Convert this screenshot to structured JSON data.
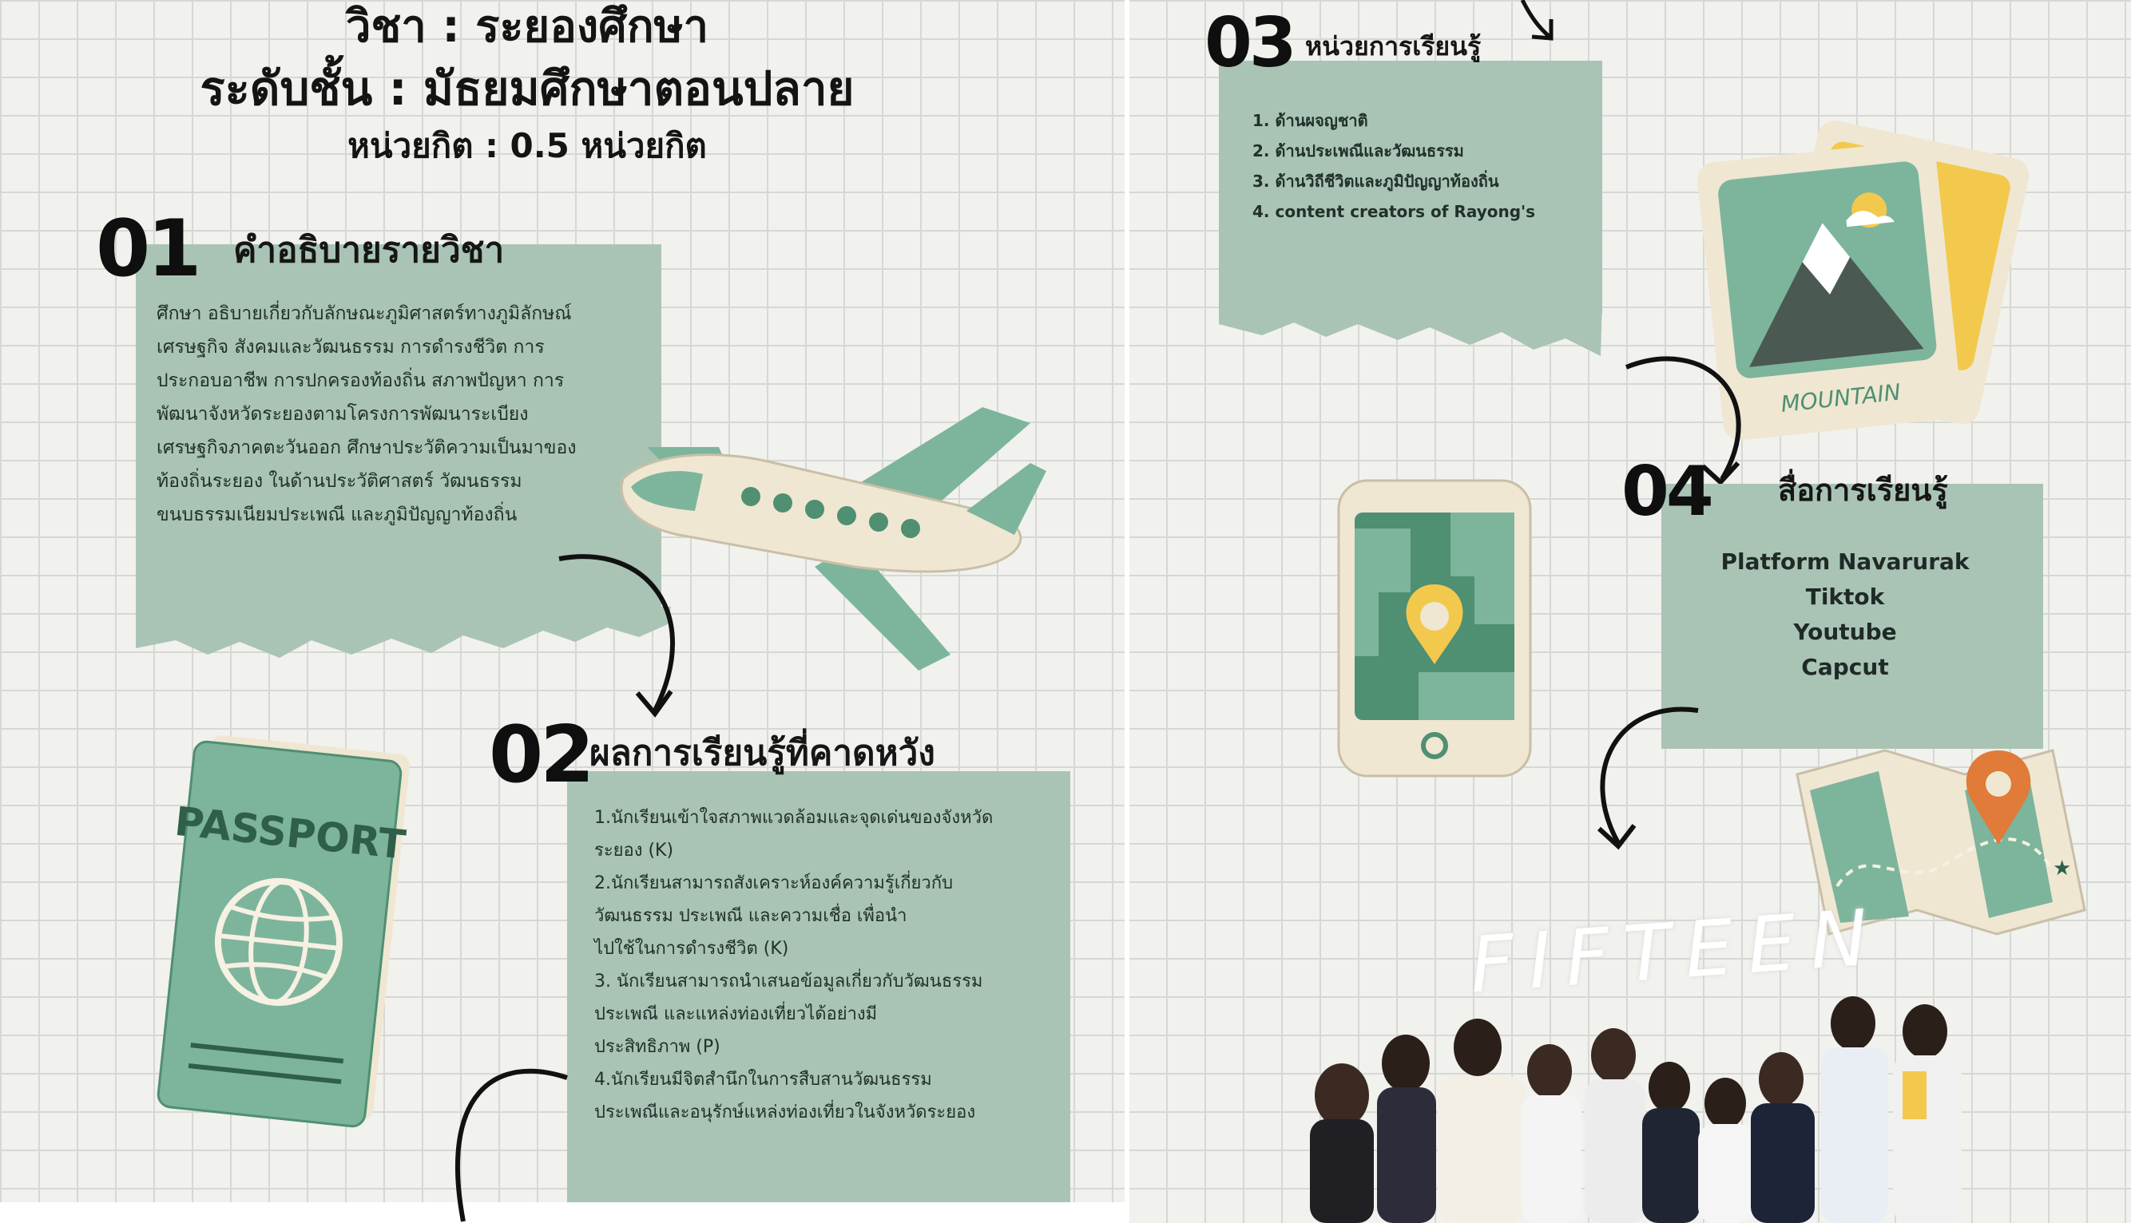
{
  "header": {
    "subject": "วิชา : ระยองศึกษา",
    "level": "ระดับชั้น : มัธยมศึกษาตอนปลาย",
    "credit": "หน่วยกิต  :  0.5 หน่วยกิต"
  },
  "sections": {
    "s1": {
      "number": "01",
      "title": "คำอธิบายรายวิชา",
      "lines": [
        "ศึกษา อธิบายเกี่ยวกับลักษณะภูมิศาสตร์ทางภูมิลักษณ์",
        "เศรษฐกิจ สังคมและวัฒนธรรม การดำรงชีวิต การ",
        "ประกอบอาชีพ การปกครองท้องถิ่น  สภาพปัญหา การ",
        "พัฒนาจังหวัดระยองตามโครงการพัฒนาระเบียง",
        "เศรษฐกิจภาคตะวันออก ศึกษาประวัติความเป็นมาของ",
        "ท้องถิ่นระยอง ในด้านประวัติศาสตร์ วัฒนธรรม",
        "ขนบธรรมเนียมประเพณี และภูมิปัญญาท้องถิ่น"
      ]
    },
    "s2": {
      "number": "02",
      "title": "ผลการเรียนรู้ที่คาดหวัง",
      "lines": [
        "1.นักเรียนเข้าใจสภาพแวดล้อมและจุดเด่นของจังหวัด",
        "ระยอง (K)",
        "2.นักเรียนสามารถสังเคราะห์องค์ความรู้เกี่ยวกับ",
        "วัฒนธรรม ประเพณี และความเชื่อ เพื่อนำ",
        "ไปใช้ในการดำรงชีวิต (K)",
        "3.    นักเรียนสามารถนำเสนอข้อมูลเกี่ยวกับวัฒนธรรม",
        "ประเพณี และแหล่งท่องเที่ยวได้อย่างมี",
        "ประสิทธิภาพ (P)",
        "4.นักเรียนมีจิตสำนึกในการสืบสานวัฒนธรรม",
        "ประเพณีและอนุรักษ์แหล่งท่องเที่ยวในจังหวัดระยอง"
      ]
    },
    "s3": {
      "number": "03",
      "title": "หน่วยการเรียนรู้",
      "lines": [
        "1. ด้านผจญชาติ",
        "2. ด้านประเพณีและวัฒนธรรม",
        "3. ด้านวิถีชีวิตและภูมิปัญญาท้องถิ่น",
        "4. content creators of Rayong's"
      ]
    },
    "s4": {
      "number": "04",
      "title": "สื่อการเรียนรู้",
      "items": [
        "Platform Navarurak",
        "Tiktok",
        "Youtube",
        "Capcut"
      ]
    }
  },
  "illustrations": {
    "passport_label": "PASSPORT",
    "photo_label": "MOUNTAIN",
    "team_label": "FIFTEEN"
  },
  "colors": {
    "sage": "#a9c4b5",
    "green": "#7db49c",
    "dark_green": "#4f8f72",
    "cream": "#efe7d2",
    "yellow": "#f2c94c",
    "orange": "#e07b39"
  }
}
